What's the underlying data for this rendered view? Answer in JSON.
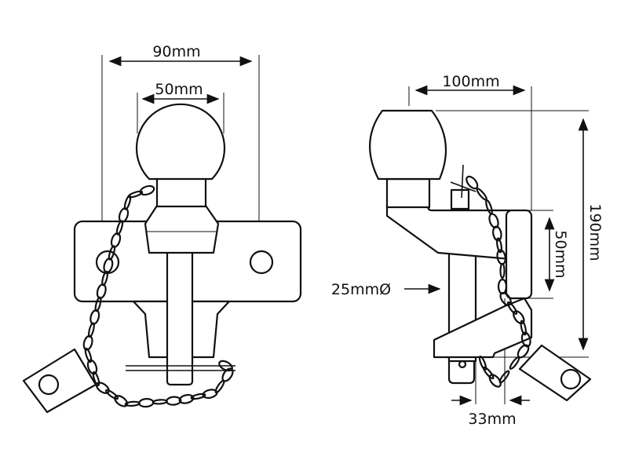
{
  "front_view": {
    "dimensions": {
      "overall_width": "90mm",
      "ball_diameter": "50mm"
    }
  },
  "side_view": {
    "dimensions": {
      "ball_offset": "100mm",
      "overall_height": "190mm",
      "jaw_height": "50mm",
      "pin_diameter": "25mmØ",
      "jaw_gap": "33mm"
    }
  },
  "colors": {
    "line": "#111111",
    "background": "#ffffff"
  }
}
